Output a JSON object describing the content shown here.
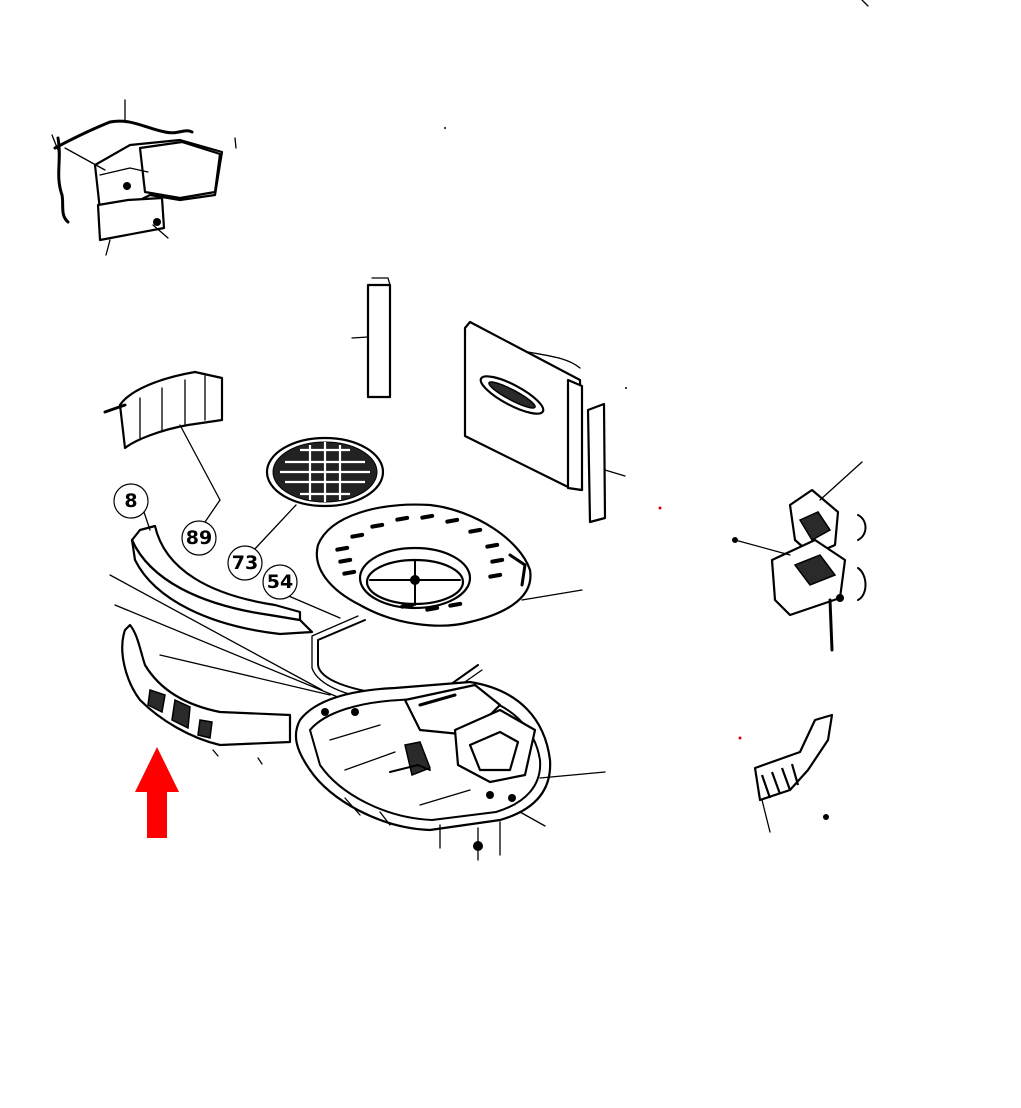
{
  "callouts": [
    {
      "label": "8"
    },
    {
      "label": "89"
    },
    {
      "label": "73"
    },
    {
      "label": "54"
    }
  ],
  "colors": {
    "line": "#000000",
    "arrow": "#ff0000",
    "background": "#ffffff"
  },
  "icons": {
    "arrow": "up-arrow-icon"
  }
}
